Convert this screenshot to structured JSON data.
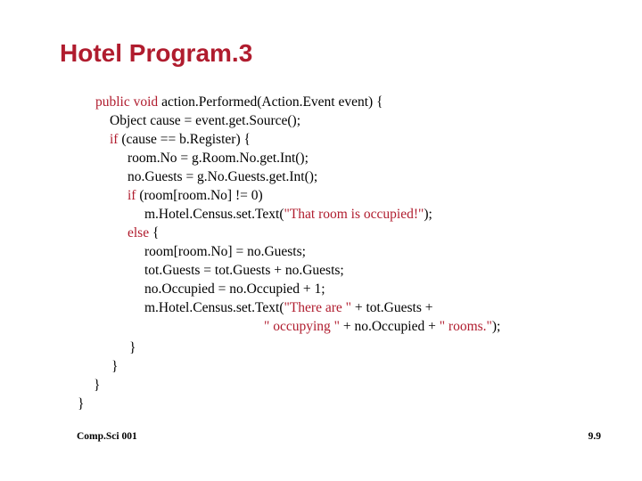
{
  "slide": {
    "title": "Hotel Program.3",
    "footer_left": "Comp.Sci 001",
    "footer_right": "9.9"
  },
  "colors": {
    "title": "#b01c2e",
    "keyword": "#b01c2e",
    "text": "#000000"
  },
  "code": {
    "l1": {
      "kw1": "public",
      "kw2": "void",
      "rest": " action.Performed(Action.Event event) {"
    },
    "l2": {
      "text": "Object cause = event.get.Source();"
    },
    "l3": {
      "kw": "if",
      "rest": " (cause == b.Register) {"
    },
    "l4": {
      "text": "room.No = g.Room.No.get.Int();"
    },
    "l5": {
      "text": "no.Guests = g.No.Guests.get.Int();"
    },
    "l6": {
      "kw": "if",
      "rest": " (room[room.No] != 0)"
    },
    "l7": {
      "pre": "m.Hotel.Census.set.Text(",
      "str": "\"That room is occupied!\"",
      "post": ");"
    },
    "l8": {
      "kw": "else",
      "rest": " {"
    },
    "l9": {
      "text": "room[room.No] = no.Guests;"
    },
    "l10": {
      "text": "tot.Guests = tot.Guests + no.Guests;"
    },
    "l11": {
      "text": "no.Occupied = no.Occupied + 1;"
    },
    "l12": {
      "pre": "m.Hotel.Census.set.Text(",
      "str": "\"There are \"",
      "post": " + tot.Guests +"
    },
    "l13": {
      "str1": "\" occupying \"",
      "mid": " + no.Occupied + ",
      "str2": "\" rooms.\"",
      "post": ");"
    },
    "l14": {
      "text": "}"
    },
    "l15": {
      "text": "}"
    },
    "l16": {
      "text": "}"
    },
    "l17": {
      "text": "}"
    }
  }
}
